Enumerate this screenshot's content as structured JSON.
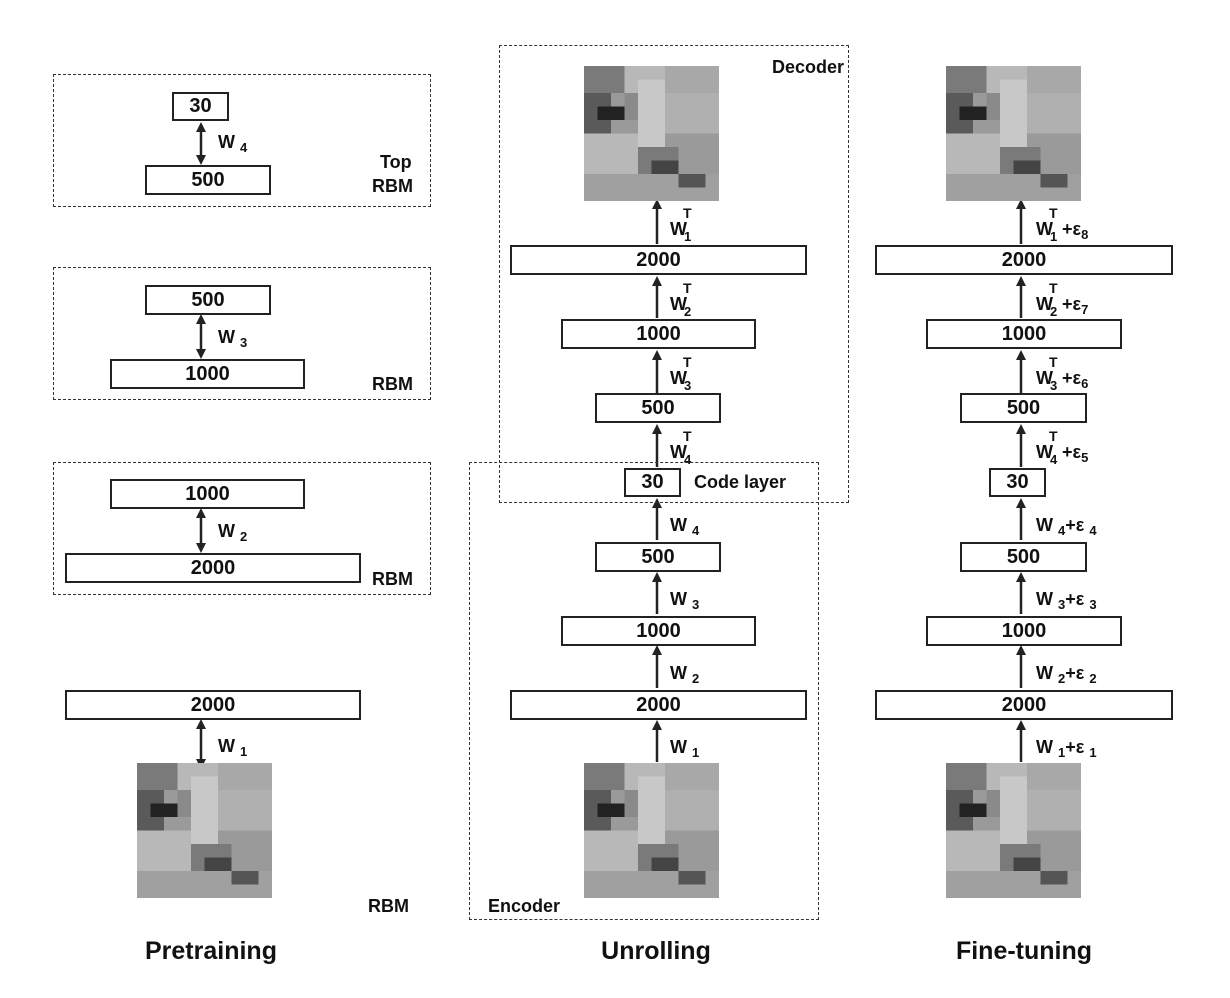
{
  "pretraining": {
    "title": "Pretraining",
    "rbm_top": {
      "top_label": "Top",
      "rbm_label": "RBM",
      "upper": "30",
      "lower": "500",
      "weight": "W",
      "weight_sub": "4"
    },
    "rbm_3": {
      "rbm_label": "RBM",
      "upper": "500",
      "lower": "1000",
      "weight": "W",
      "weight_sub": "3"
    },
    "rbm_2": {
      "rbm_label": "RBM",
      "upper": "1000",
      "lower": "2000",
      "weight": "W",
      "weight_sub": "2"
    },
    "rbm_1": {
      "rbm_label": "RBM",
      "upper": "2000",
      "weight": "W",
      "weight_sub": "1"
    }
  },
  "unrolling": {
    "title": "Unrolling",
    "decoder_label": "Decoder",
    "encoder_label": "Encoder",
    "code_layer_label": "Code layer",
    "layers_top_down": [
      "2000",
      "1000",
      "500",
      "30",
      "500",
      "1000",
      "2000"
    ],
    "decoder_weights": [
      {
        "base": "W",
        "sup": "T",
        "sub": "1"
      },
      {
        "base": "W",
        "sup": "T",
        "sub": "2"
      },
      {
        "base": "W",
        "sup": "T",
        "sub": "3"
      },
      {
        "base": "W",
        "sup": "T",
        "sub": "4"
      }
    ],
    "encoder_weights": [
      {
        "base": "W",
        "sub": "4"
      },
      {
        "base": "W",
        "sub": "3"
      },
      {
        "base": "W",
        "sub": "2"
      },
      {
        "base": "W",
        "sub": "1"
      }
    ]
  },
  "finetuning": {
    "title": "Fine-tuning",
    "layers_top_down": [
      "2000",
      "1000",
      "500",
      "30",
      "500",
      "1000",
      "2000"
    ],
    "decoder_weights": [
      {
        "base": "W",
        "sup": "T",
        "sub": "1",
        "eps": "+ε",
        "eps_sub": "8"
      },
      {
        "base": "W",
        "sup": "T",
        "sub": "2",
        "eps": "+ε",
        "eps_sub": "7"
      },
      {
        "base": "W",
        "sup": "T",
        "sub": "3",
        "eps": "+ε",
        "eps_sub": "6"
      },
      {
        "base": "W",
        "sup": "T",
        "sub": "4",
        "eps": "+ε",
        "eps_sub": "5"
      }
    ],
    "encoder_weights": [
      {
        "base": "W",
        "sub": "4",
        "eps": "+ε",
        "eps_sub": "4"
      },
      {
        "base": "W",
        "sub": "3",
        "eps": "+ε",
        "eps_sub": "3"
      },
      {
        "base": "W",
        "sub": "2",
        "eps": "+ε",
        "eps_sub": "2"
      },
      {
        "base": "W",
        "sub": "1",
        "eps": "+ε",
        "eps_sub": "1"
      }
    ]
  }
}
